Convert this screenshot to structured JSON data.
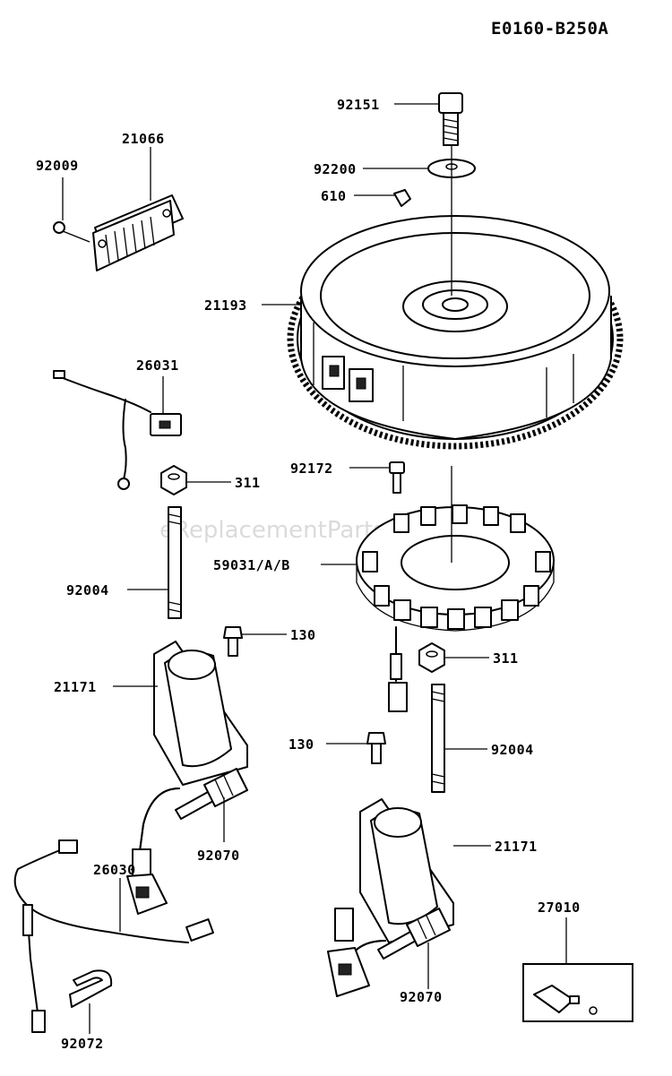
{
  "diagram_code": "E0160-B250A",
  "watermark": "eReplacementParts.com",
  "parts": [
    {
      "id": "flywheel_bolt",
      "number": "92151"
    },
    {
      "id": "washer",
      "number": "92200"
    },
    {
      "id": "key",
      "number": "610"
    },
    {
      "id": "regulator",
      "number": "21066"
    },
    {
      "id": "regulator_screw",
      "number": "92009"
    },
    {
      "id": "flywheel",
      "number": "21193"
    },
    {
      "id": "lead_wire",
      "number": "26031"
    },
    {
      "id": "nut_left",
      "number": "311"
    },
    {
      "id": "stator_bolt",
      "number": "92172"
    },
    {
      "id": "stator",
      "number": "59031/A/B"
    },
    {
      "id": "stud_left",
      "number": "92004"
    },
    {
      "id": "bolt_left",
      "number": "130"
    },
    {
      "id": "coil_left",
      "number": "21171"
    },
    {
      "id": "nut_right",
      "number": "311"
    },
    {
      "id": "bolt_right",
      "number": "130"
    },
    {
      "id": "stud_right",
      "number": "92004"
    },
    {
      "id": "spark_plug_left",
      "number": "92070"
    },
    {
      "id": "coil_right",
      "number": "21171"
    },
    {
      "id": "harness",
      "number": "26030"
    },
    {
      "id": "sensor",
      "number": "27010"
    },
    {
      "id": "spark_plug_right",
      "number": "92070"
    },
    {
      "id": "clamp",
      "number": "92072"
    }
  ]
}
